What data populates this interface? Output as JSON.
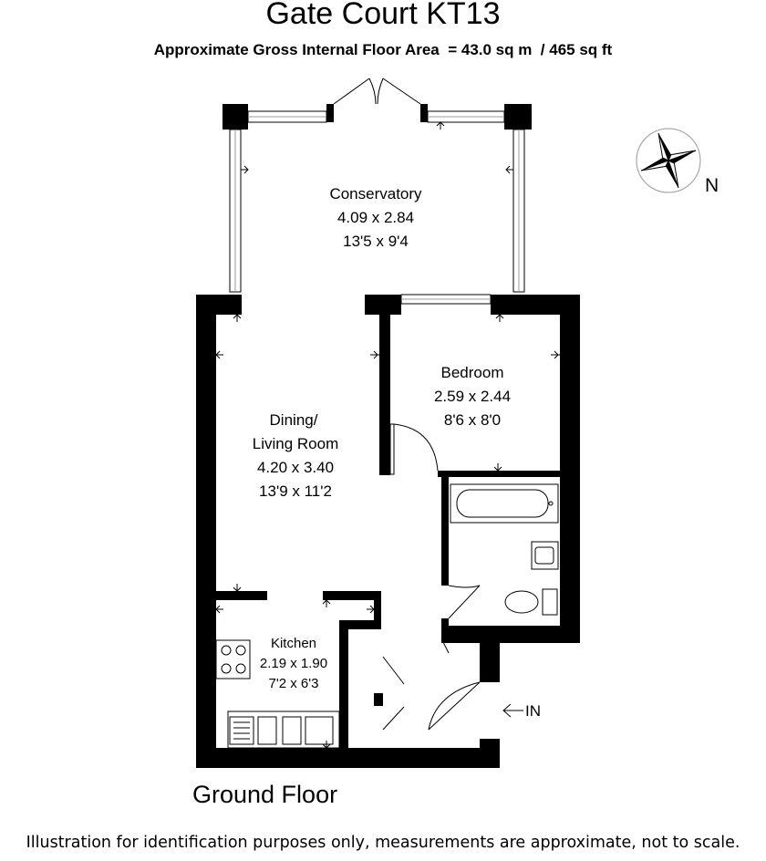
{
  "title": "Gate Court KT13",
  "subtitle": "Approximate Gross Internal Floor Area  = 43.0 sq m  / 465 sq ft",
  "floor_label": "Ground Floor",
  "disclaimer": "Illustration for identification purposes only, measurements are approximate, not to scale.",
  "compass": {
    "label": "N"
  },
  "entrance": {
    "label": "IN"
  },
  "rooms": {
    "conservatory": {
      "name": "Conservatory",
      "metric": "4.09 x 2.84",
      "imperial": "13'5 x 9'4"
    },
    "bedroom": {
      "name": "Bedroom",
      "metric": "2.59 x 2.44",
      "imperial": "8'6 x 8'0"
    },
    "dining": {
      "name_line1": "Dining/",
      "name_line2": "Living Room",
      "metric": "4.20 x 3.40",
      "imperial": "13'9 x 11'2"
    },
    "kitchen": {
      "name": "Kitchen",
      "metric": "2.19 x 1.90",
      "imperial": "7'2 x 6'3"
    }
  }
}
